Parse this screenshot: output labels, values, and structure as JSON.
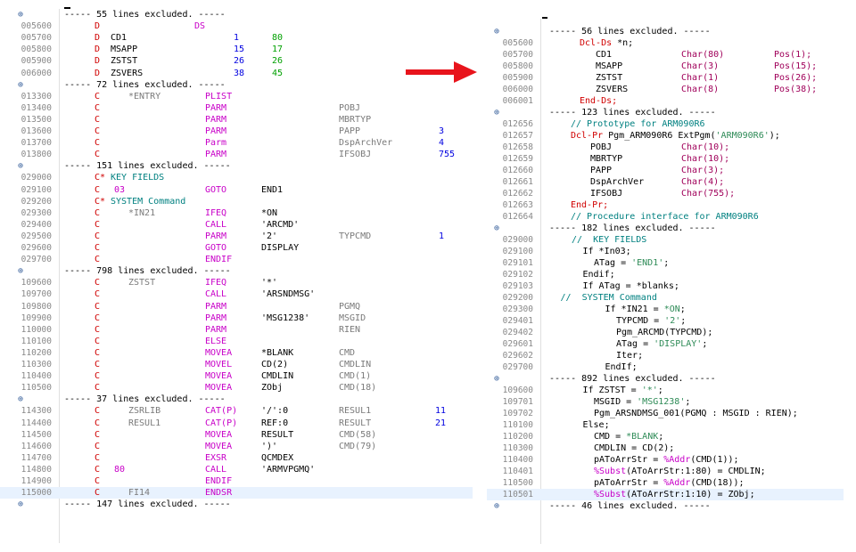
{
  "left": {
    "top_excluded": "----- 55 lines excluded. -----",
    "ds_rows": [
      {
        "ln": "005600",
        "spec": "D",
        "name": "",
        "op": "DS",
        "f1": "",
        "f2": ""
      },
      {
        "ln": "005700",
        "spec": "D",
        "name": "CD1",
        "op": "",
        "f1": "1",
        "f2": "80"
      },
      {
        "ln": "005800",
        "spec": "D",
        "name": "MSAPP",
        "op": "",
        "f1": "15",
        "f2": "17"
      },
      {
        "ln": "005900",
        "spec": "D",
        "name": "ZSTST",
        "op": "",
        "f1": "26",
        "f2": "26"
      },
      {
        "ln": "006000",
        "spec": "D",
        "name": "ZSVERS",
        "op": "",
        "f1": "38",
        "f2": "45"
      }
    ],
    "excl2": "----- 72 lines excluded. -----",
    "plist_rows": [
      {
        "ln": "013300",
        "spec": "C",
        "f1": "*ENTRY",
        "op": "PLIST",
        "f2": "",
        "res": "",
        "len": ""
      },
      {
        "ln": "013400",
        "spec": "C",
        "f1": "",
        "op": "PARM",
        "f2": "",
        "res": "POBJ",
        "len": ""
      },
      {
        "ln": "013500",
        "spec": "C",
        "f1": "",
        "op": "PARM",
        "f2": "",
        "res": "MBRTYP",
        "len": ""
      },
      {
        "ln": "013600",
        "spec": "C",
        "f1": "",
        "op": "PARM",
        "f2": "",
        "res": "PAPP",
        "len": "3"
      },
      {
        "ln": "013700",
        "spec": "C",
        "f1": "",
        "op": "Parm",
        "f2": "",
        "res": "DspArchVer",
        "len": "4"
      },
      {
        "ln": "013800",
        "spec": "C",
        "f1": "",
        "op": "PARM",
        "f2": "",
        "res": "IFSOBJ",
        "len": "755"
      }
    ],
    "excl3": "----- 151 lines excluded. -----",
    "keyf_rows": [
      {
        "ln": "029000",
        "spec": "C*",
        "f1": "KEY FIELDS",
        "op": "",
        "f2": "",
        "res": "",
        "len": "",
        "cmt": true
      },
      {
        "ln": "029100",
        "spec": "C",
        "f1": "03",
        "op": "GOTO",
        "f2": "END1",
        "res": "",
        "len": ""
      },
      {
        "ln": "029200",
        "spec": "C*",
        "f1": "SYSTEM Command",
        "op": "",
        "f2": "",
        "res": "",
        "len": "",
        "cmt": true
      },
      {
        "ln": "029300",
        "spec": "C",
        "f1": "*IN21",
        "op": "IFEQ",
        "f2": "*ON",
        "res": "",
        "len": ""
      },
      {
        "ln": "029400",
        "spec": "C",
        "f1": "",
        "op": "CALL",
        "f2": "'ARCMD'",
        "res": "",
        "len": ""
      },
      {
        "ln": "029500",
        "spec": "C",
        "f1": "",
        "op": "PARM",
        "f2": "'2'",
        "res": "TYPCMD",
        "len": "1"
      },
      {
        "ln": "029600",
        "spec": "C",
        "f1": "",
        "op": "GOTO",
        "f2": "DISPLAY",
        "res": "",
        "len": ""
      },
      {
        "ln": "029700",
        "spec": "C",
        "f1": "",
        "op": "ENDIF",
        "f2": "",
        "res": "",
        "len": ""
      }
    ],
    "excl4": "----- 798 lines excluded. -----",
    "msg_rows": [
      {
        "ln": "109600",
        "spec": "C",
        "f1": "ZSTST",
        "op": "IFEQ",
        "f2": "'*'",
        "res": "",
        "len": ""
      },
      {
        "ln": "109700",
        "spec": "C",
        "f1": "",
        "op": "CALL",
        "f2": "'ARSNDMSG'",
        "res": "",
        "len": ""
      },
      {
        "ln": "109800",
        "spec": "C",
        "f1": "",
        "op": "PARM",
        "f2": "",
        "res": "PGMQ",
        "len": ""
      },
      {
        "ln": "109900",
        "spec": "C",
        "f1": "",
        "op": "PARM",
        "f2": "'MSG1238'",
        "res": "MSGID",
        "len": ""
      },
      {
        "ln": "110000",
        "spec": "C",
        "f1": "",
        "op": "PARM",
        "f2": "",
        "res": "RIEN",
        "len": ""
      },
      {
        "ln": "110100",
        "spec": "C",
        "f1": "",
        "op": "ELSE",
        "f2": "",
        "res": "",
        "len": ""
      },
      {
        "ln": "110200",
        "spec": "C",
        "f1": "",
        "op": "MOVEA",
        "f2": "*BLANK",
        "res": "CMD",
        "len": ""
      },
      {
        "ln": "110300",
        "spec": "C",
        "f1": "",
        "op": "MOVEL",
        "f2": "CD(2)",
        "res": "CMDLIN",
        "len": ""
      },
      {
        "ln": "110400",
        "spec": "C",
        "f1": "",
        "op": "MOVEA",
        "f2": "CMDLIN",
        "res": "CMD(1)",
        "len": ""
      },
      {
        "ln": "110500",
        "spec": "C",
        "f1": "",
        "op": "MOVEA",
        "f2": "ZObj",
        "res": "CMD(18)",
        "len": ""
      }
    ],
    "excl5": "----- 37 lines excluded. -----",
    "cat_rows": [
      {
        "ln": "114300",
        "spec": "C",
        "f1": "ZSRLIB",
        "op": "CAT(P)",
        "f2": "'/':0",
        "res": "RESUL1",
        "len": "11"
      },
      {
        "ln": "114400",
        "spec": "C",
        "f1": "RESUL1",
        "op": "CAT(P)",
        "f2": "REF:0",
        "res": "RESULT",
        "len": "21"
      },
      {
        "ln": "114500",
        "spec": "C",
        "f1": "",
        "op": "MOVEA",
        "f2": "RESULT",
        "res": "CMD(58)",
        "len": ""
      },
      {
        "ln": "114600",
        "spec": "C",
        "f1": "",
        "op": "MOVEA",
        "f2": "')'",
        "res": "CMD(79)",
        "len": ""
      },
      {
        "ln": "114700",
        "spec": "C",
        "f1": "",
        "op": "EXSR",
        "f2": "QCMDEX",
        "res": "",
        "len": ""
      },
      {
        "ln": "114800",
        "spec": "C",
        "f1": "80",
        "op": "CALL",
        "f2": "'ARMVPGMQ'",
        "res": "",
        "len": ""
      },
      {
        "ln": "114900",
        "spec": "C",
        "f1": "",
        "op": "ENDIF",
        "f2": "",
        "res": "",
        "len": ""
      },
      {
        "ln": "115000",
        "spec": "C",
        "f1": "FI14",
        "op": "ENDSR",
        "f2": "",
        "res": "",
        "len": ""
      }
    ],
    "excl6": "----- 147 lines excluded. -----"
  },
  "right": {
    "excl1": "----- 56 lines excluded. -----",
    "ds": [
      {
        "ln": "005600",
        "kw": "Dcl-Ds",
        "rest": " *n;",
        "type": "",
        "pos": ""
      },
      {
        "ln": "005700",
        "kw": "",
        "rest": "CD1",
        "type": "Char(80)",
        "pos": "Pos(1);"
      },
      {
        "ln": "005800",
        "kw": "",
        "rest": "MSAPP",
        "type": "Char(3)",
        "pos": "Pos(15);"
      },
      {
        "ln": "005900",
        "kw": "",
        "rest": "ZSTST",
        "type": "Char(1)",
        "pos": "Pos(26);"
      },
      {
        "ln": "006000",
        "kw": "",
        "rest": "ZSVERS",
        "type": "Char(8)",
        "pos": "Pos(38);"
      },
      {
        "ln": "006001",
        "kw": "End-Ds;",
        "rest": "",
        "type": "",
        "pos": ""
      }
    ],
    "excl2": "----- 123 lines excluded. -----",
    "proto": {
      "l1_ln": "012656",
      "l1": "// Prototype for ARM090R6",
      "l2_ln": "012657",
      "l2_kw": "Dcl-Pr",
      "l2_rest": " Pgm_ARM090R6 ExtPgm(",
      "l2_str": "'ARM090R6'",
      "l2_end": ");",
      "parms": [
        {
          "ln": "012658",
          "name": "POBJ",
          "type": "Char(10);"
        },
        {
          "ln": "012659",
          "name": "MBRTYP",
          "type": "Char(10);"
        },
        {
          "ln": "012660",
          "name": "PAPP",
          "type": "Char(3);"
        },
        {
          "ln": "012661",
          "name": "DspArchVer",
          "type": "Char(4);"
        },
        {
          "ln": "012662",
          "name": "IFSOBJ",
          "type": "Char(755);"
        }
      ],
      "end_ln": "012663",
      "end": "End-Pr;",
      "l9_ln": "012664",
      "l9": "// Procedure interface for ARM090R6"
    },
    "excl3": "----- 182 lines excluded. -----",
    "free1": [
      {
        "ln": "029000",
        "ind": 2,
        "parts": [
          [
            "cmt",
            "//  KEY FIELDS"
          ]
        ]
      },
      {
        "ln": "029100",
        "ind": 3,
        "parts": [
          [
            "blk",
            "If *In03;"
          ]
        ]
      },
      {
        "ln": "029101",
        "ind": 4,
        "parts": [
          [
            "blk",
            "ATag = "
          ],
          [
            "str",
            "'END1'"
          ],
          [
            "blk",
            ";"
          ]
        ]
      },
      {
        "ln": "029102",
        "ind": 3,
        "parts": [
          [
            "blk",
            "Endif;"
          ]
        ]
      },
      {
        "ln": "029103",
        "ind": 3,
        "parts": [
          [
            "blk",
            "If ATag = *blanks;"
          ]
        ]
      },
      {
        "ln": "029200",
        "ind": 1,
        "parts": [
          [
            "cmt",
            "//  SYSTEM Command"
          ]
        ]
      },
      {
        "ln": "029300",
        "ind": 5,
        "parts": [
          [
            "blk",
            "If *IN21 = "
          ],
          [
            "str",
            "*ON"
          ],
          [
            "blk",
            ";"
          ]
        ]
      },
      {
        "ln": "029401",
        "ind": 6,
        "parts": [
          [
            "blk",
            "TYPCMD = "
          ],
          [
            "str",
            "'2'"
          ],
          [
            "blk",
            ";"
          ]
        ]
      },
      {
        "ln": "029402",
        "ind": 6,
        "parts": [
          [
            "blk",
            "Pgm_ARCMD(TYPCMD);"
          ]
        ]
      },
      {
        "ln": "029601",
        "ind": 6,
        "parts": [
          [
            "blk",
            "ATag = "
          ],
          [
            "str",
            "'DISPLAY'"
          ],
          [
            "blk",
            ";"
          ]
        ]
      },
      {
        "ln": "029602",
        "ind": 6,
        "parts": [
          [
            "blk",
            "Iter;"
          ]
        ]
      },
      {
        "ln": "029700",
        "ind": 5,
        "parts": [
          [
            "blk",
            "EndIf;"
          ]
        ]
      }
    ],
    "excl4": "----- 892 lines excluded. -----",
    "free2": [
      {
        "ln": "109600",
        "ind": 3,
        "parts": [
          [
            "blk",
            "If ZSTST = "
          ],
          [
            "str",
            "'*'"
          ],
          [
            "blk",
            ";"
          ]
        ]
      },
      {
        "ln": "109701",
        "ind": 4,
        "parts": [
          [
            "blk",
            "MSGID = "
          ],
          [
            "str",
            "'MSG1238'"
          ],
          [
            "blk",
            ";"
          ]
        ]
      },
      {
        "ln": "109702",
        "ind": 4,
        "parts": [
          [
            "blk",
            "Pgm_ARSNDMSG_001(PGMQ : MSGID : RIEN);"
          ]
        ]
      },
      {
        "ln": "110100",
        "ind": 3,
        "parts": [
          [
            "blk",
            "Else;"
          ]
        ]
      },
      {
        "ln": "110200",
        "ind": 4,
        "parts": [
          [
            "blk",
            "CMD = "
          ],
          [
            "str",
            "*BLANK"
          ],
          [
            "blk",
            ";"
          ]
        ]
      },
      {
        "ln": "110300",
        "ind": 4,
        "parts": [
          [
            "blk",
            "CMDLIN = CD(2);"
          ]
        ]
      },
      {
        "ln": "110400",
        "ind": 4,
        "parts": [
          [
            "blk",
            "pAToArrStr = "
          ],
          [
            "mag",
            "%Addr"
          ],
          [
            "blk",
            "(CMD(1));"
          ]
        ]
      },
      {
        "ln": "110401",
        "ind": 4,
        "parts": [
          [
            "mag",
            "%Subst"
          ],
          [
            "blk",
            "(AToArrStr:1:80) = CMDLIN;"
          ]
        ]
      },
      {
        "ln": "110500",
        "ind": 4,
        "parts": [
          [
            "blk",
            "pAToArrStr = "
          ],
          [
            "mag",
            "%Addr"
          ],
          [
            "blk",
            "(CMD(18));"
          ]
        ]
      },
      {
        "ln": "110501",
        "ind": 4,
        "parts": [
          [
            "mag",
            "%Subst"
          ],
          [
            "blk",
            "(AToArrStr:1:10) = ZObj;"
          ]
        ]
      }
    ],
    "excl5": "----- 46 lines excluded. -----"
  },
  "colors": {
    "arrow": "#e8141c",
    "highlight": "#e8f2fe"
  }
}
